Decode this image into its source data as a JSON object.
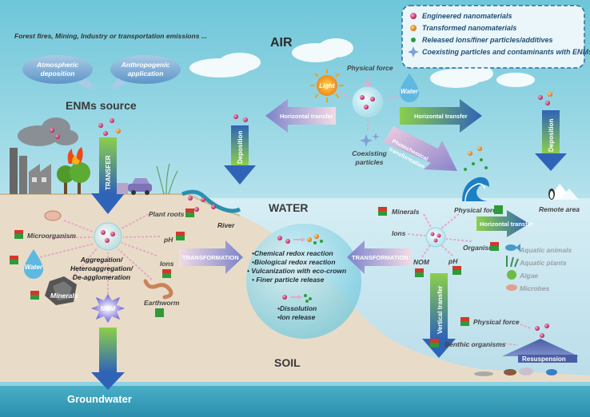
{
  "header": {
    "emissions": "Forest fires, Mining, Industry or transportation emissions ..."
  },
  "legend": {
    "items": [
      {
        "label": "Engineered nanomaterials",
        "icon": "pink-sphere-icon",
        "color": "#c2185b"
      },
      {
        "label": "Transformed nanomaterials",
        "icon": "orange-sphere-icon",
        "color": "#e67e22"
      },
      {
        "label": "Released Ions/finer particles/additives",
        "icon": "green-dot-icon",
        "color": "#2e9e3f"
      },
      {
        "label": "Coexisting particles and contaminants with ENMs",
        "icon": "star-particle-icon",
        "color": "#7f9fd6"
      }
    ]
  },
  "compartments": {
    "air": "AIR",
    "water": "WATER",
    "soil": "SOIL",
    "groundwater": "Groundwater"
  },
  "source": {
    "title": "ENMs source",
    "atmospheric": [
      "Atmospheric",
      "deposition"
    ],
    "anthropogenic": [
      "Anthropogenic",
      "application"
    ],
    "transfer": "TRANSFER"
  },
  "air_processes": {
    "physical_force": "Physical force",
    "light": "Light",
    "water": "Water",
    "horizontal_left": "Horizontal transfer",
    "horizontal_right": "Horizontal transfer",
    "coexisting": [
      "Coexisting",
      "particles"
    ],
    "photochemical": [
      "Photochemical",
      "transformation"
    ],
    "deposition_left": "Deposition",
    "deposition_right": "Deposition"
  },
  "soil_factors": {
    "plant_roots": "Plant roots",
    "river": "River",
    "microorganism": "Microorganism",
    "ph": "pH",
    "water": "Water",
    "ions": "Ions",
    "minerals": "Minerals",
    "earthworm": "Earthworm",
    "nom": "NOM",
    "aggregation": [
      "Aggregation/",
      "Heteroaggregation/",
      "De-agglomeration"
    ],
    "transformation": "TRANSFORMATION"
  },
  "center": {
    "reactions": [
      "•Chemical redox reaction",
      "•Biological redox reaction",
      "• Vulcanization with eco-crown",
      "• Finer particle release"
    ],
    "dissolution": [
      "•Dissolution",
      "•Ion release"
    ]
  },
  "water_factors": {
    "minerals": "Minerals",
    "physical_force": "Physical force",
    "ions": "Ions",
    "horizontal": "Horizontal transfer",
    "remote_area": "Remote area",
    "organisms": "Organisms",
    "nom": "NOM",
    "ph": "pH",
    "transformation": "TRANSFORMATION",
    "biota": [
      "Aquatic animals",
      "Aquatic plants",
      "Algae",
      "Microbes"
    ],
    "vertical": "Vertical transfer",
    "physical_force_2": "Physical force",
    "benthic": "Benthic organisms",
    "resuspension": "Resuspension"
  }
}
